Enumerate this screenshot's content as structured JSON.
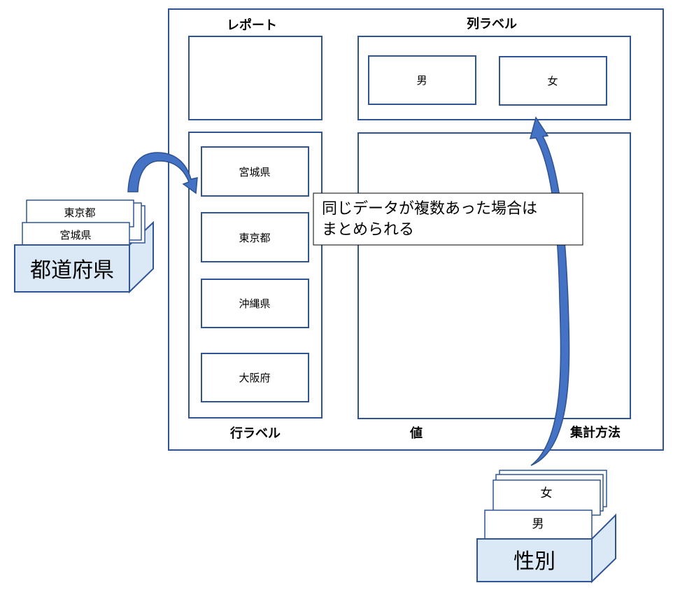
{
  "outer_labels": {
    "report": "レポート",
    "column_label": "列ラベル",
    "row_label": "行ラベル",
    "value": "値",
    "aggregation": "集計方法"
  },
  "column_items": [
    "男",
    "女"
  ],
  "row_items": [
    "宮城県",
    "東京都",
    "沖縄県",
    "大阪府"
  ],
  "callout": {
    "line1": "同じデータが複数あった場合は",
    "line2": "まとめられる"
  },
  "prefecture_box": {
    "title": "都道府県",
    "cards": [
      "東京都",
      "宮城県"
    ]
  },
  "gender_box": {
    "title": "性別",
    "cards": [
      "女",
      "男"
    ]
  },
  "colors": {
    "frame": "#2f5597",
    "box_fill": "#dbe9f6",
    "arrow_fill": "#4472c4",
    "arrow_dark": "#2f528f"
  }
}
